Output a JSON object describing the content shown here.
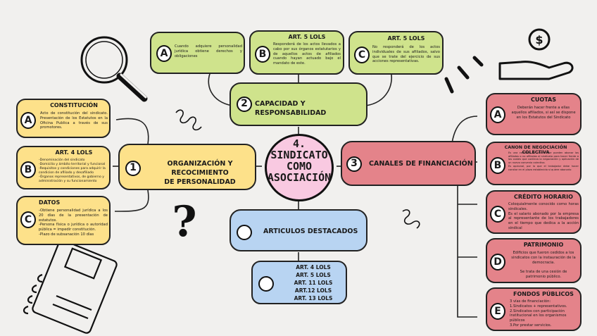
{
  "center": {
    "title": "4.\nSINDICATO\nCOMO\nASOCIACIÓN"
  },
  "branches": {
    "org": {
      "num": "1",
      "label": "ORGANIZACIÓN Y RECOCIMIENTO\nDE PERSONALIDAD"
    },
    "cap": {
      "num": "2",
      "label": "CAPACIDAD Y RESPONSABILIDAD"
    },
    "fin": {
      "num": "3",
      "label": "CANALES DE FINANCIACIÓN"
    },
    "art": {
      "label": "ARTICULOS DESTACADOS"
    }
  },
  "org_items": [
    {
      "letter": "A",
      "title": "CONSTITUCIÓN",
      "text": "Acto de constitución del sindicato. Presentación de los Estatutos en la Oficina Publica a través de sus promotores."
    },
    {
      "letter": "B",
      "title": "ART. 4 LOLS",
      "text": "-Denominación del sindicato\n-Domicilio y ámbito territorial y funcional\n-Requisitos y condiciones para adquirir la condicion de afiliado y desafiliado\n-Órganos representativos, de gobierno y administración y su funcionamiento"
    },
    {
      "letter": "C",
      "title": "DATOS",
      "text": "-Obtiene personalidad jurídica a los 20 días de la presentación de estatutos.\n-Persona física o jurídica o autoridad pública = impedir constitución.\n-Plazo de subsanación 10 días"
    }
  ],
  "cap_items": [
    {
      "letter": "A",
      "title": "",
      "text": "Cuando adquiere personalidad jurídica obtiene derechos y obligaciones"
    },
    {
      "letter": "B",
      "title": "ART. 5 LOLS",
      "text": "Responderá de los actos llevados a cabo por sus órganos estatutarios y de aquellos actos de afiliados cuando hayan actuado bajo el mandato de este."
    },
    {
      "letter": "C",
      "title": "ART. 5 LOLS",
      "text": "No responderá de los actos individuales de sus afiliados, salvo que se trate del ejercicio de sus acciones representativas."
    }
  ],
  "fin_items": [
    {
      "letter": "A",
      "title": "CUOTAS",
      "text": "Deberán hacer frente a ellas aquellos afiliados, si así se dispone en los Estatutos del Sindicato"
    },
    {
      "letter": "B",
      "title": "CANON DE NEGOCIACIÓN COLECTIVA",
      "text": "Es una cantidad de dinero que pueden abonar los afiliados o no afiliados al sindicato para hacer frente a los costes que conlleva la negociación y aplicación de un nuevo convenio colectivo.\nEs opcional, por lo que el trabajador debe hacer constar en el plazo establecido si quiere abonarlo"
    },
    {
      "letter": "C",
      "title": "CRÉDITO HORARIO",
      "text": "Coloquialmente conocido como horas sindicales.\nEs el salario abonado por la empresa al representante de los trabajadores en el tiempo que dedica a la acción sindical"
    },
    {
      "letter": "D",
      "title": "PATRIMONIO",
      "text": "Edificios que fueron cedidos a los sindicatos con la instauración de la democracia.\n\nSe trata de una cesión de patrimonio público."
    },
    {
      "letter": "E",
      "title": "FONDOS PÚBLICOS",
      "text": "3 vías de financiación:\n1.Sindicatos + representativos.\n2.Sindicatos con participación institucional en los organismos públicos\n3.Por prestar servicios."
    }
  ],
  "articles": [
    "ART. 4 LOLS",
    "ART. 5 LOLS",
    "ART. 11 LOLS",
    "ART.12 LOLS",
    "ART. 13 LOLS"
  ],
  "colors": {
    "yellow": "#fde18a",
    "green": "#cfe38c",
    "blue": "#b8d4f2",
    "red": "#e4838a",
    "pink": "#f9c9e1"
  },
  "icons": [
    "magnifier-icon",
    "coin-hand-icon",
    "question-mark-icon",
    "notebook-icon",
    "spring-doodle-icon"
  ]
}
